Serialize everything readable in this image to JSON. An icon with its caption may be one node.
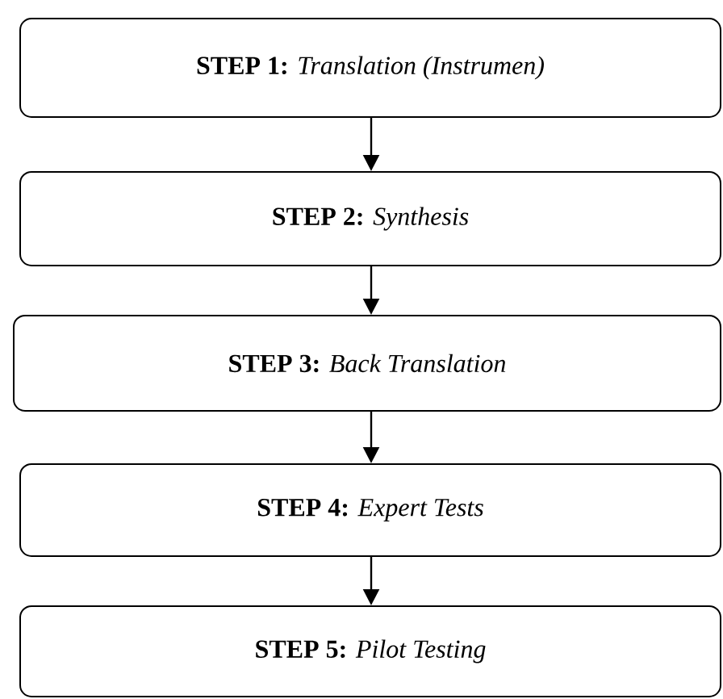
{
  "diagram": {
    "nodes": [
      {
        "text": [
          "**STEP 1:** *Translation (Instrumen)*"
        ]
      },
      {
        "text": [
          "**STEP 2:**  *Synthesis*"
        ]
      },
      {
        "text": [
          "**STEP 3:**  *Back Translation*"
        ]
      },
      {
        "text": [
          "**STEP 4:**  *Expert Tests*"
        ]
      },
      {
        "text": [
          "**STEP 5:**  *Pilot Testing*"
        ]
      }
    ],
    "edges": [
      {
        "from": 0,
        "to": 1,
        "arrow": "to"
      },
      {
        "from": 1,
        "to": 2,
        "arrow": "to"
      },
      {
        "from": 2,
        "to": 3,
        "arrow": "to"
      },
      {
        "from": 3,
        "to": 4,
        "arrow": "to"
      }
    ]
  }
}
